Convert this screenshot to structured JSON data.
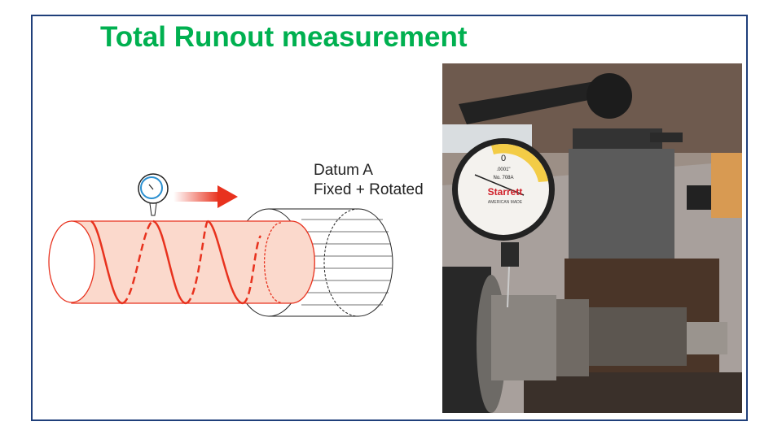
{
  "slide": {
    "title": "Total Runout measurement",
    "datum_line1": "Datum A",
    "datum_line2": "Fixed + Rotated"
  },
  "photo": {
    "dial_logo": "Starrett",
    "dial_model": "No. 708A",
    "dial_units": ".0001\"",
    "dial_origin": "AMERICAN MADE"
  },
  "colors": {
    "title": "#00b050",
    "frame": "#1f3f7a",
    "runout_red": "#e8321e",
    "cylinder_fill": "#fbd9cc"
  }
}
